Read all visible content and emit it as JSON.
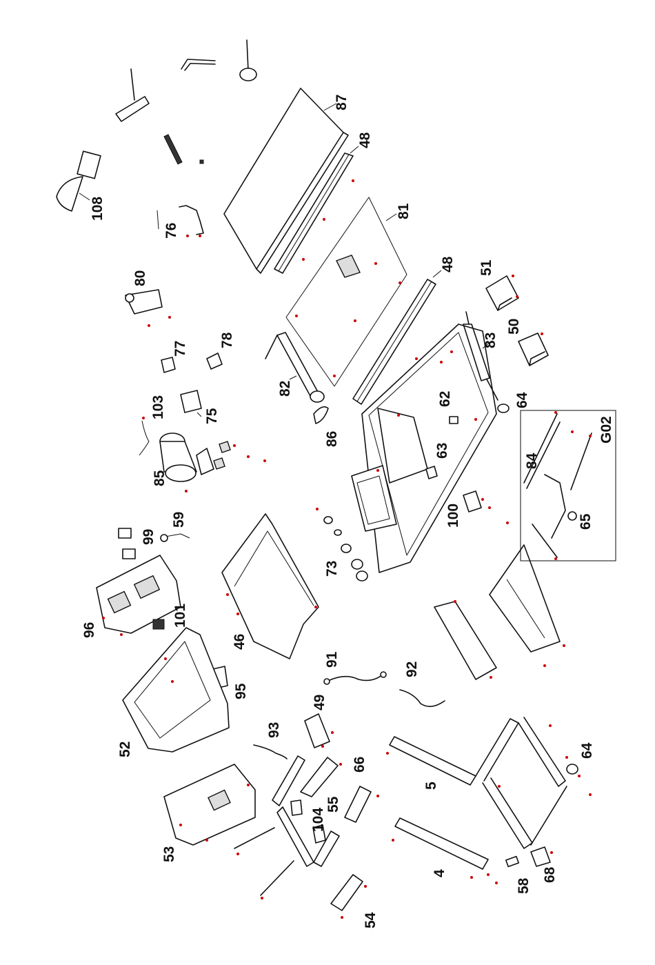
{
  "diagram": {
    "type": "exploded parts diagram",
    "group": {
      "label": "G02"
    },
    "labels": {
      "p87": "87",
      "p48a": "48",
      "p81": "81",
      "p48b": "48",
      "p108": "108",
      "p76": "76",
      "p80": "80",
      "p51": "51",
      "p77": "77",
      "p78": "78",
      "p83": "83",
      "p50": "50",
      "p82": "82",
      "p103": "103",
      "p75": "75",
      "p62": "62",
      "p64a": "64",
      "p86": "86",
      "p85": "85",
      "p63": "63",
      "p84": "84",
      "p99": "99",
      "p59": "59",
      "p100": "100",
      "p65": "65",
      "p73": "73",
      "p96": "96",
      "p101": "101",
      "p46": "46",
      "p91": "91",
      "p92": "92",
      "p95": "95",
      "p52": "52",
      "p49": "49",
      "p93": "93",
      "p64b": "64",
      "p66": "66",
      "p5": "5",
      "p55": "55",
      "p104": "104",
      "p53": "53",
      "p4": "4",
      "p58": "58",
      "p68": "68",
      "p54": "54"
    }
  }
}
